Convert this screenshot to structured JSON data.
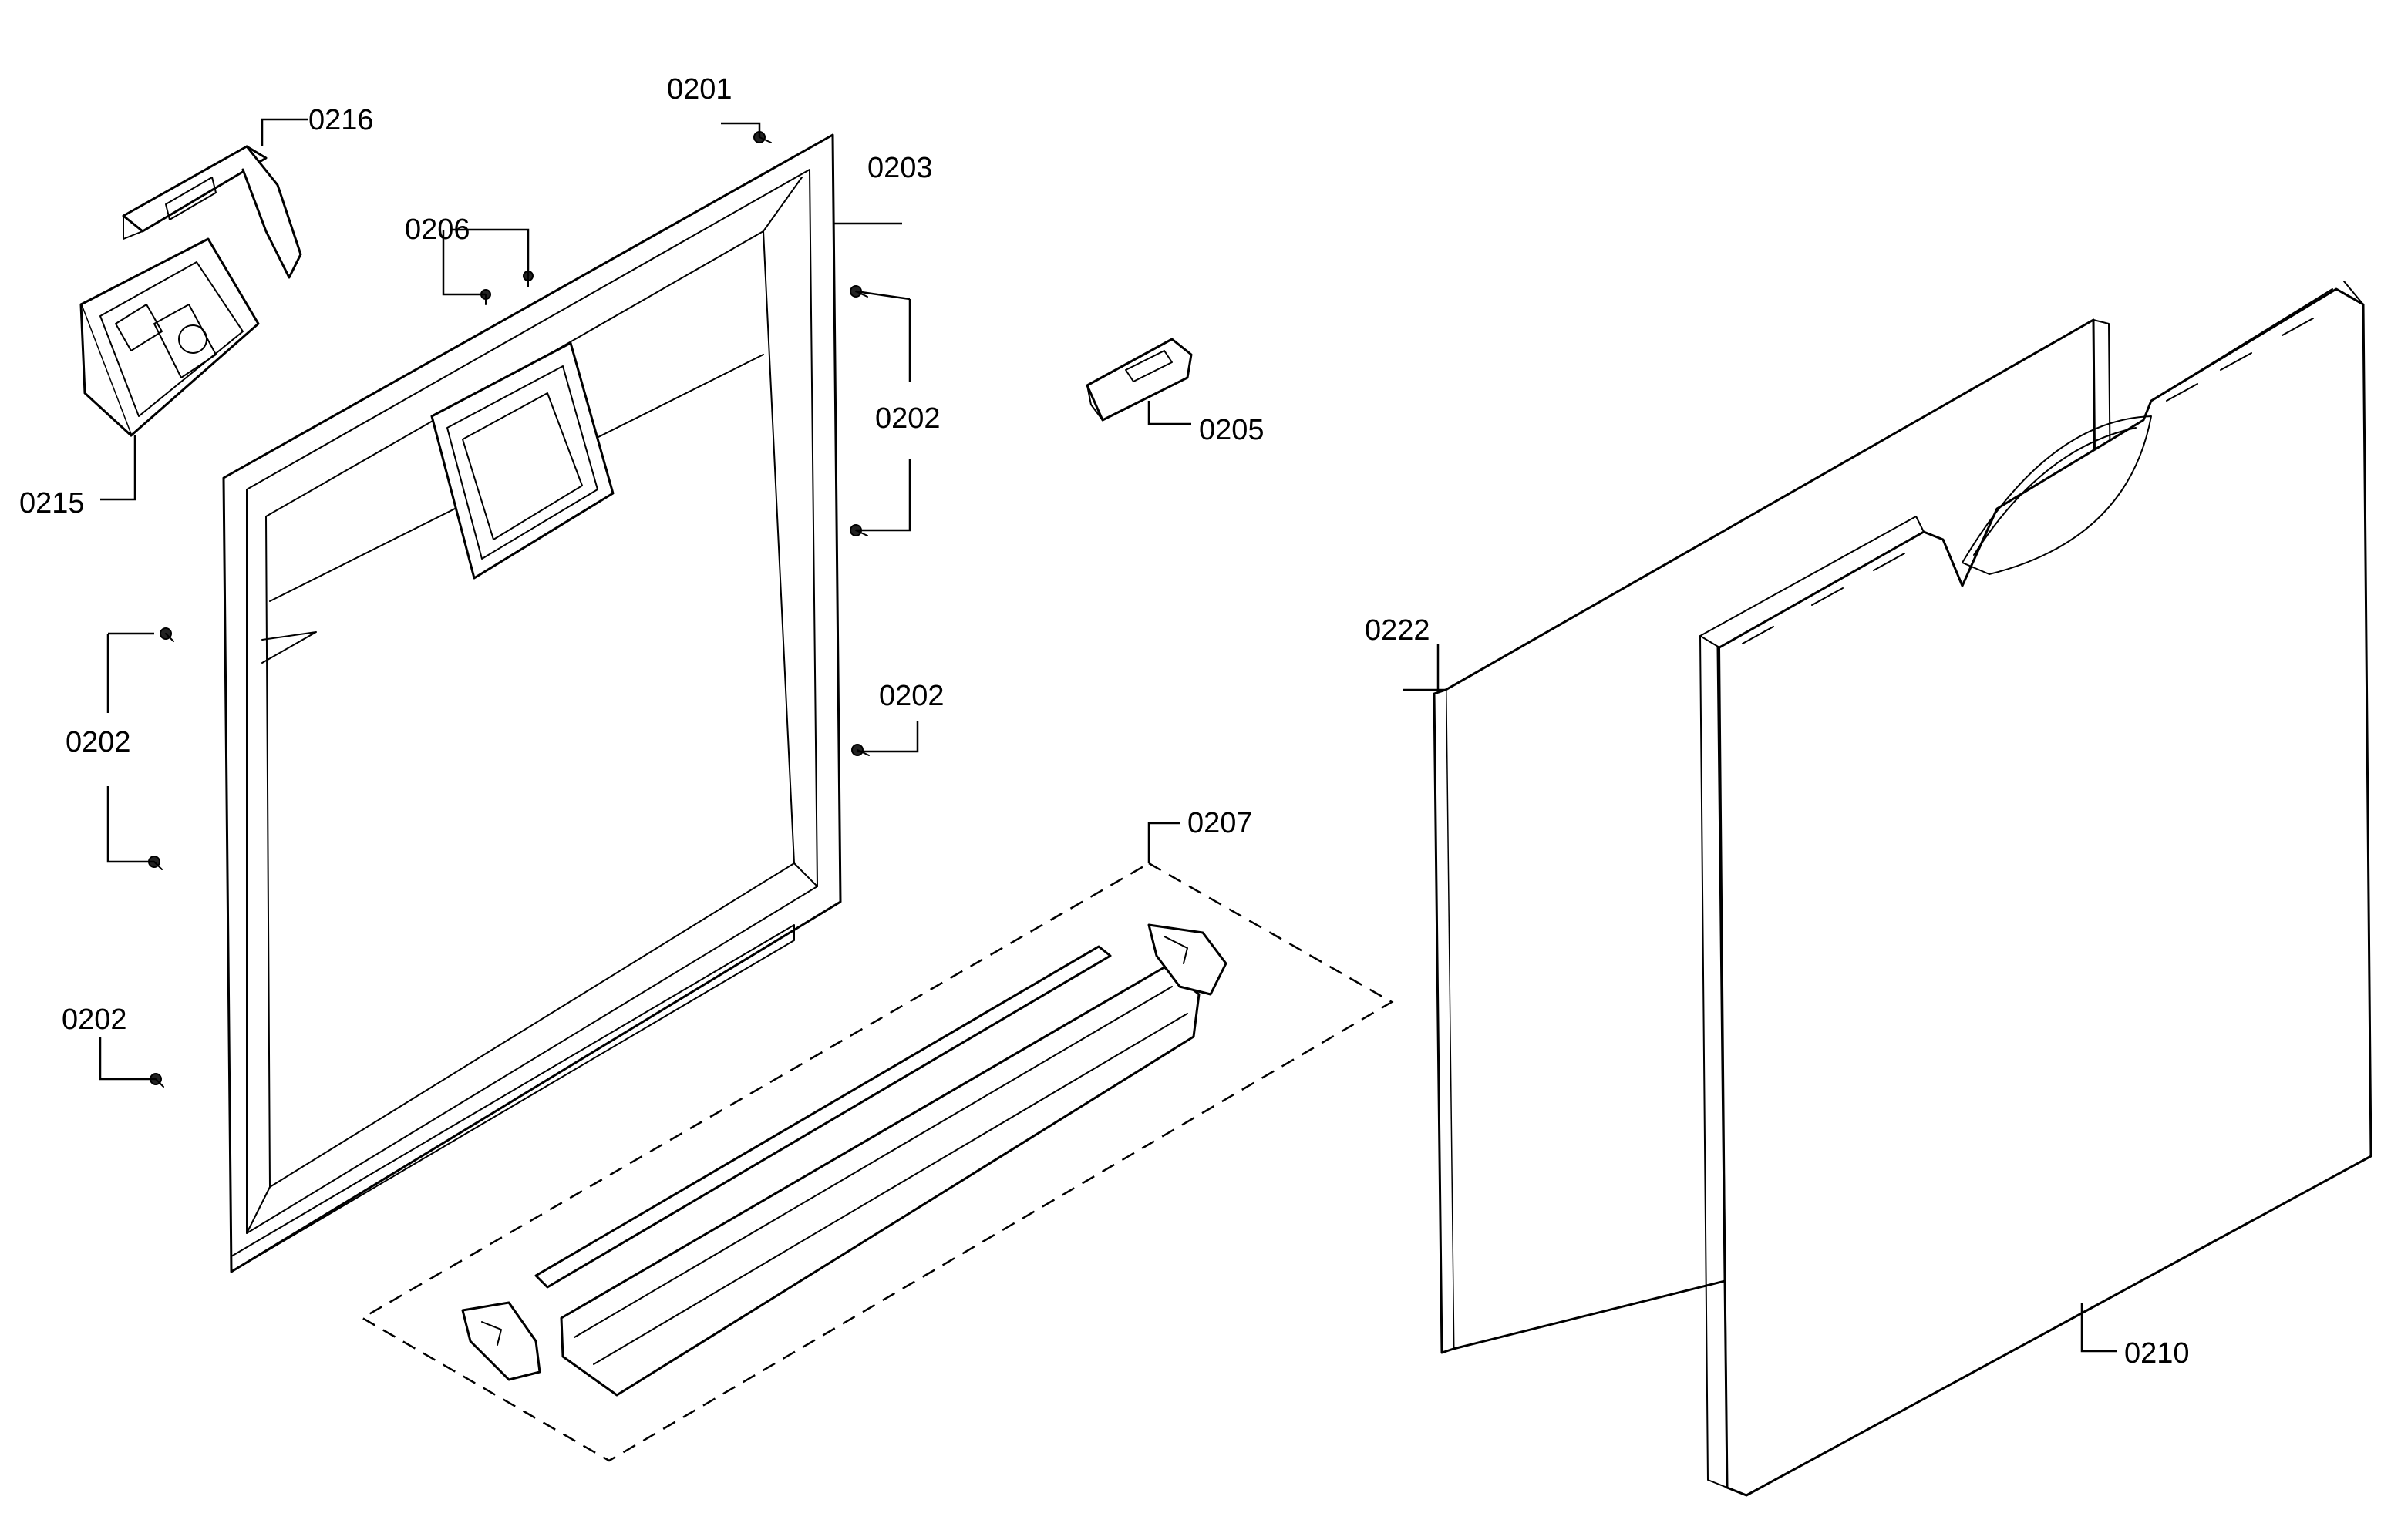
{
  "callouts": {
    "c0201": "0201",
    "c0216": "0216",
    "c0203": "0203",
    "c0206": "0206",
    "c0202a": "0202",
    "c0205": "0205",
    "c0215": "0215",
    "c0202b": "0202",
    "c0202c": "0202",
    "c0202d": "0202",
    "c0207": "0207",
    "c0222": "0222",
    "c0210": "0210"
  },
  "colors": {
    "line": "#000000",
    "background": "#ffffff"
  }
}
